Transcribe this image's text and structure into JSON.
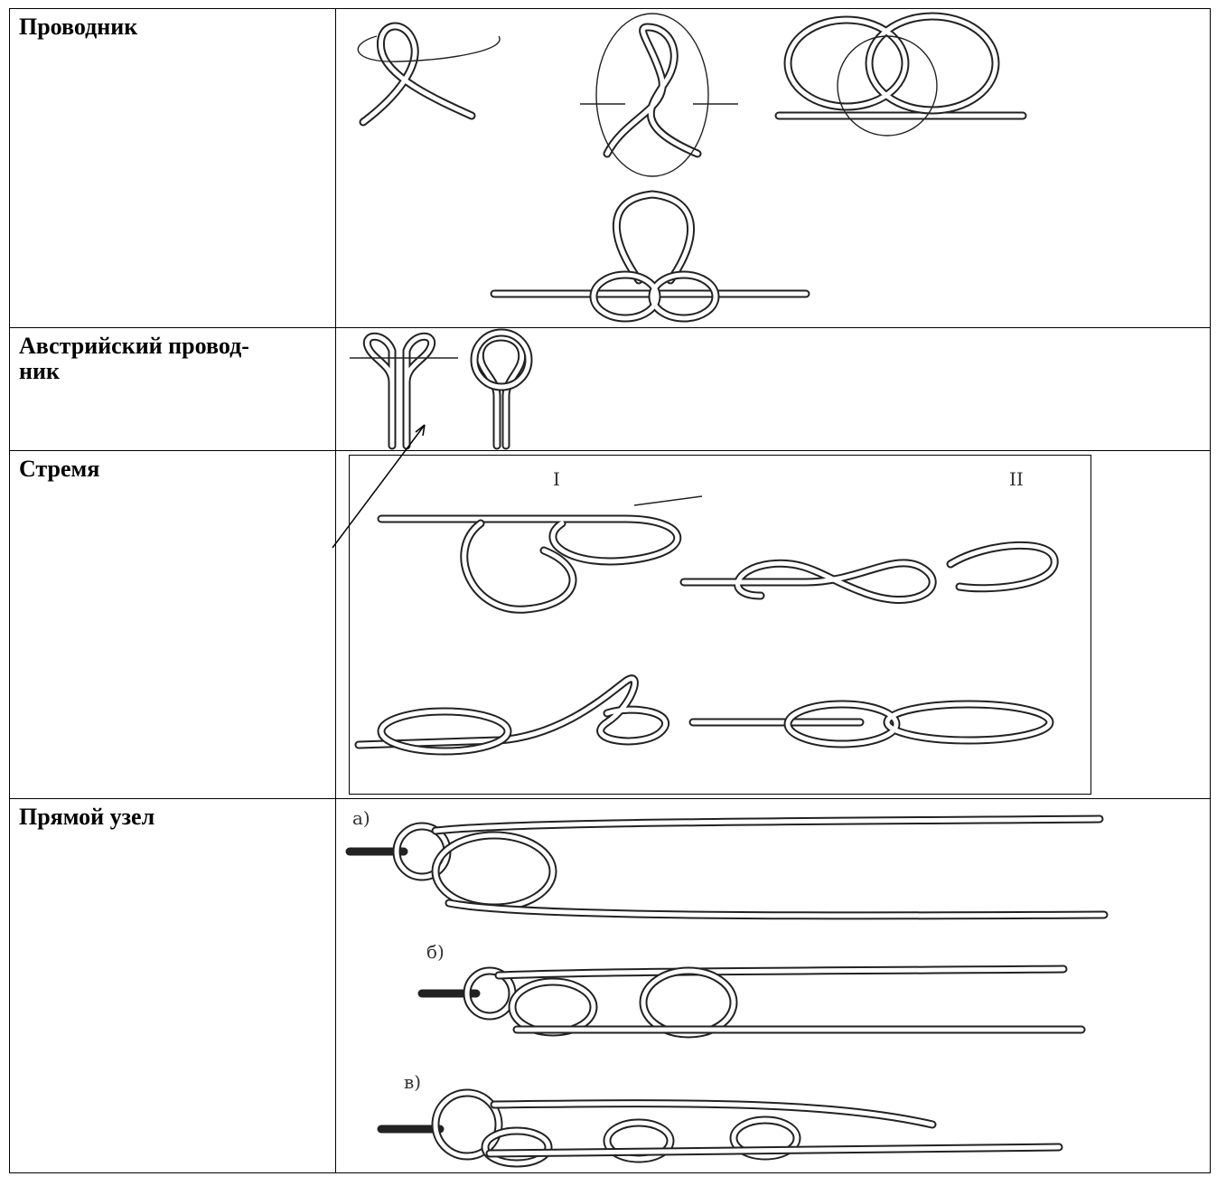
{
  "rows": [
    {
      "name": "Проводник",
      "figure": "conductor-knot-illustration"
    },
    {
      "name": "Австрийский провод-ник",
      "name_line1": "Австрийский провод-",
      "name_line2": "ник",
      "figure": "austrian-conductor-knot-illustration"
    },
    {
      "name": "Стремя",
      "figure": "stirrup-knot-illustration",
      "labels": [
        "I",
        "II"
      ]
    },
    {
      "name": "Прямой узел",
      "figure": "straight-knot-illustration",
      "labels": [
        "а)",
        "б)",
        "в)"
      ]
    }
  ],
  "colors": {
    "line": "#222222",
    "background": "#ffffff",
    "border": "#000000"
  }
}
